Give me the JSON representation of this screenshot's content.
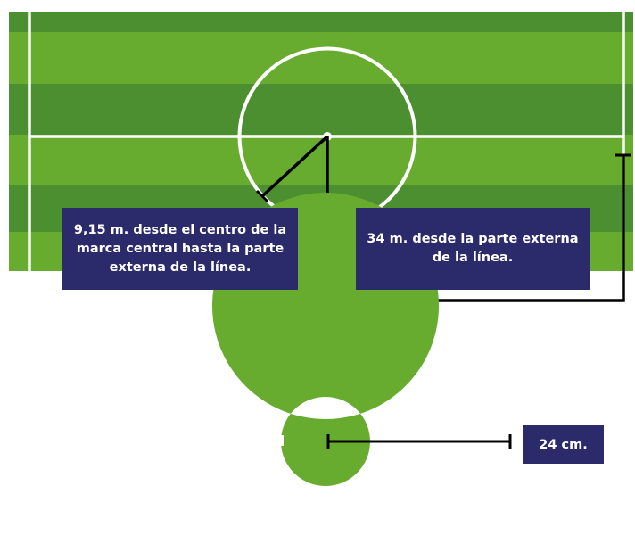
{
  "colors": {
    "field_light": "#67ab2f",
    "field_dark": "#4c8f30",
    "field_line": "#ffffff",
    "measure_line": "#000000",
    "label_background": "#2b2a6b",
    "label_text": "#ffffff",
    "mark_green": "#67ab2f"
  },
  "labels": {
    "center_radius": "9,15 m. desde el centro de la marca central hasta la parte externa de la línea.",
    "side_distance": "34 m. desde la parte externa de la línea.",
    "mark_size": "24 cm."
  }
}
